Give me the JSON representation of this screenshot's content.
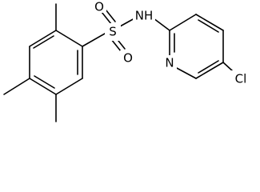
{
  "structure": {
    "atoms": {
      "s": "S",
      "o_top": "O",
      "o_bottom": "O",
      "nh": "NH",
      "n_ring": "N",
      "cl": "Cl"
    }
  },
  "colors": {
    "bond": "#000000",
    "label": "#000000",
    "background": "#ffffff"
  }
}
